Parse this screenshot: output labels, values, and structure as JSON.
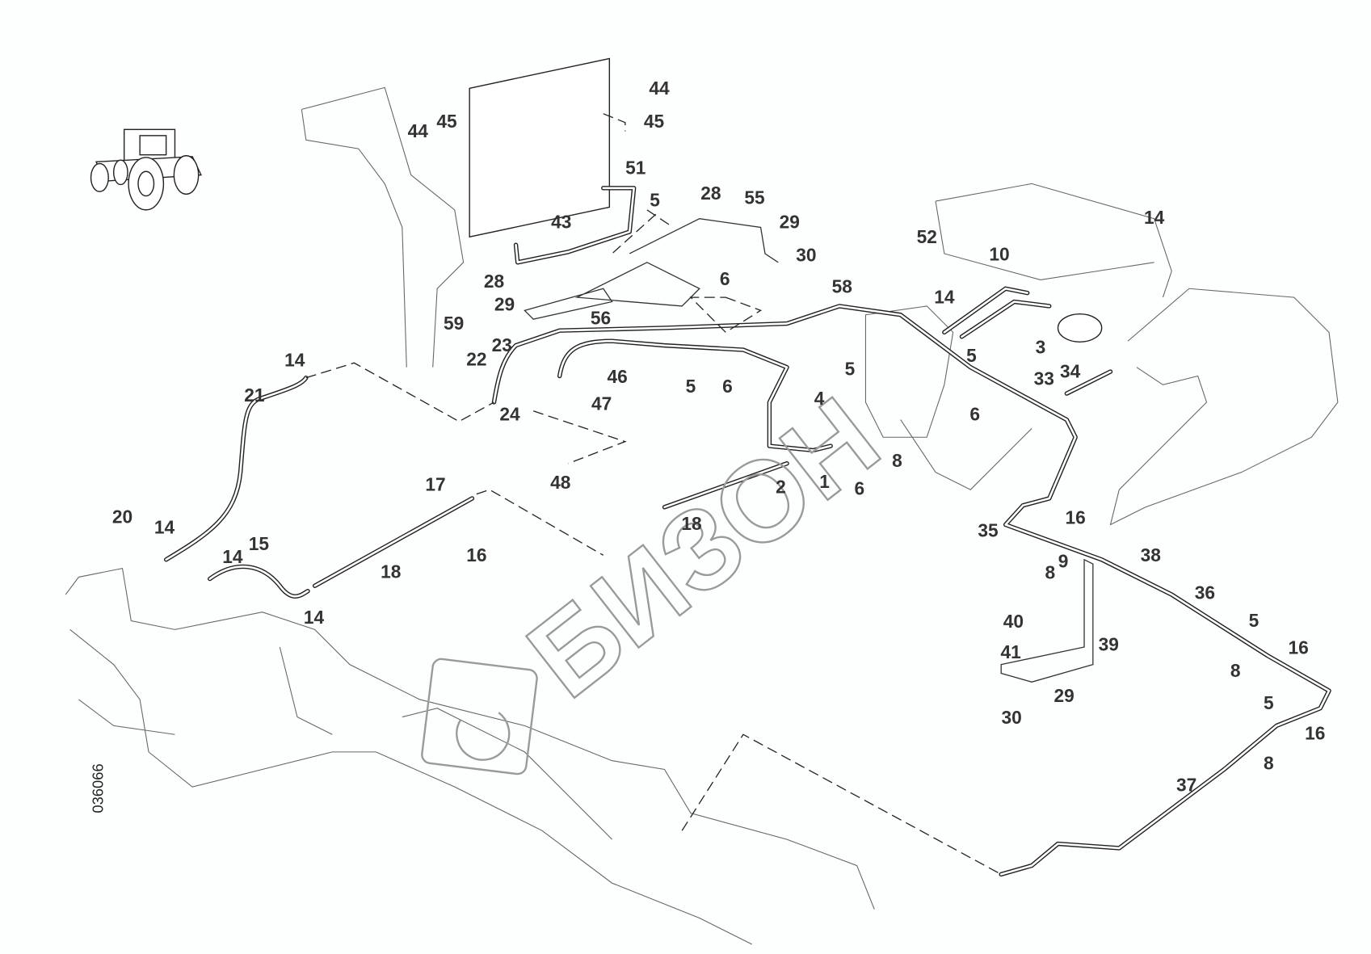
{
  "diagram": {
    "drawing_number": "036066",
    "watermark": "БИЗОН",
    "callouts": [
      "44",
      "45",
      "44",
      "45",
      "51",
      "5",
      "43",
      "28",
      "55",
      "29",
      "30",
      "14",
      "52",
      "10",
      "28",
      "29",
      "59",
      "6",
      "58",
      "14",
      "56",
      "3",
      "5",
      "23",
      "22",
      "46",
      "5",
      "6",
      "5",
      "33",
      "34",
      "14",
      "21",
      "24",
      "47",
      "4",
      "6",
      "8",
      "2",
      "1",
      "6",
      "48",
      "17",
      "18",
      "16",
      "35",
      "16",
      "20",
      "14",
      "15",
      "14",
      "9",
      "8",
      "38",
      "18",
      "36",
      "14",
      "40",
      "5",
      "16",
      "41",
      "39",
      "8",
      "29",
      "30",
      "5",
      "16",
      "8",
      "37"
    ],
    "icons": [
      "tractor-icon"
    ]
  }
}
